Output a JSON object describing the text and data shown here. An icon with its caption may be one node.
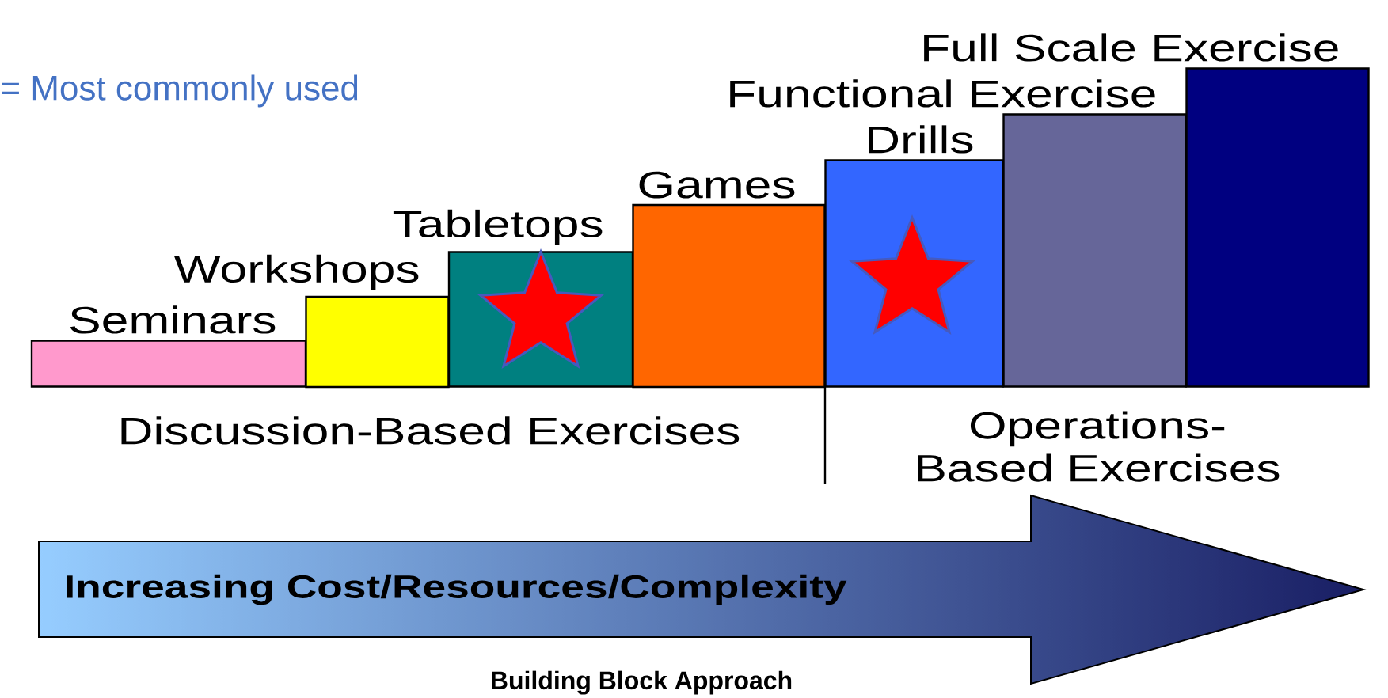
{
  "diagram": {
    "caption": "Building Block Approach",
    "nodes": [
      {
        "text": [
          "Seminars"
        ]
      },
      {
        "text": [
          "Workshops"
        ]
      },
      {
        "text": [
          "Tabletops"
        ]
      },
      {
        "text": [
          "Games"
        ]
      },
      {
        "text": [
          "Drills"
        ]
      },
      {
        "text": [
          "Functional Exercise"
        ]
      },
      {
        "text": [
          "Full Scale Exercise"
        ]
      },
      {
        "text": [
          "Increasing Cost/Resources/Complexity"
        ]
      }
    ],
    "labels": [
      "= Most commonly used",
      "Discussion-Based Exercises",
      "Operations-Based Exercises"
    ]
  }
}
